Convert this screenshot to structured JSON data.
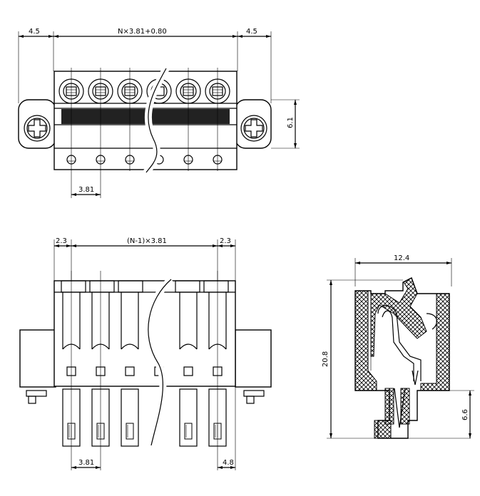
{
  "top_view": {
    "dim_left": "4.5",
    "dim_total": "N×3.81+0.80",
    "dim_right": "4.5",
    "dim_height": "6.1",
    "dim_pitch": "3.81"
  },
  "front_view": {
    "dim_left": "2.3",
    "dim_span": "(N-1)×3.81",
    "dim_right": "2.3",
    "dim_pitch": "3.81",
    "dim_pin": "4.8"
  },
  "side_view": {
    "dim_width": "12.4",
    "dim_height": "20.8",
    "dim_pin": "6.6"
  }
}
